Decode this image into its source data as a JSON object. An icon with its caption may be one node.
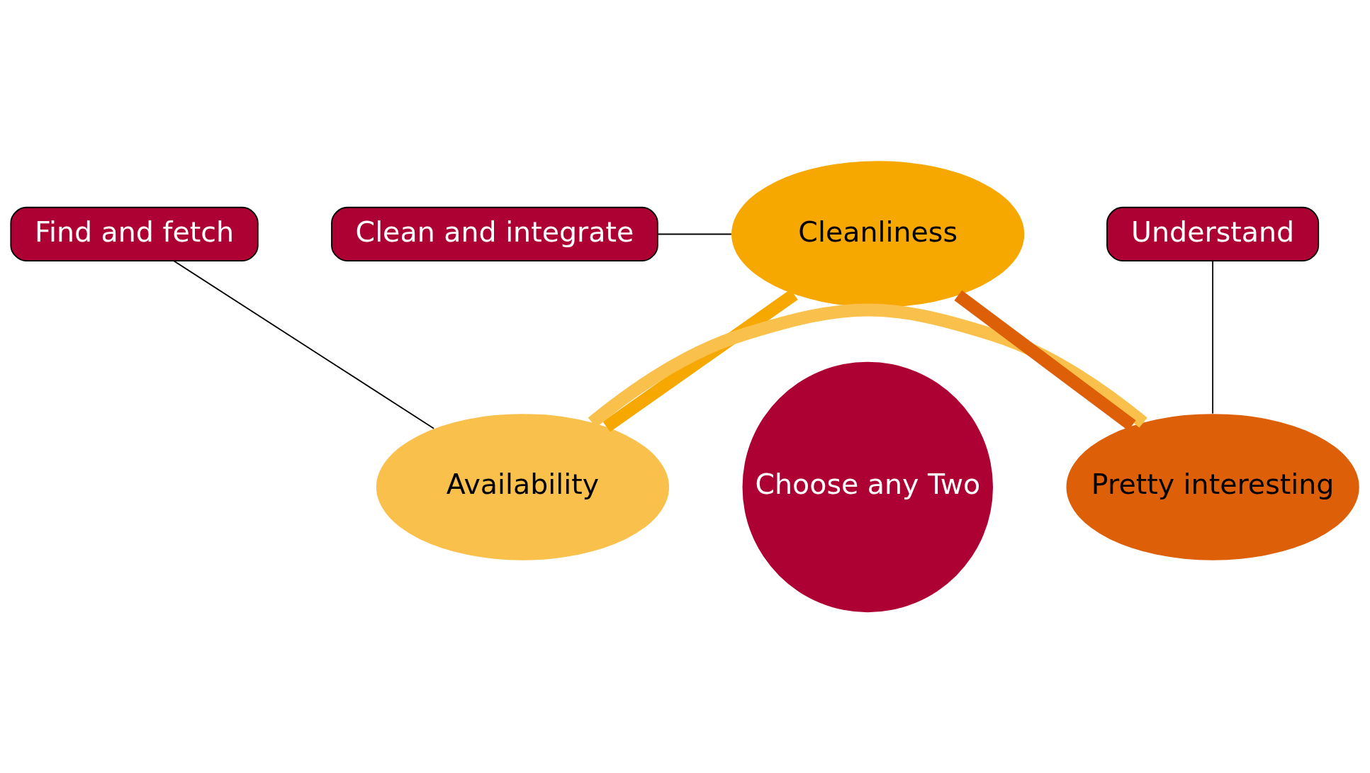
{
  "diagram": {
    "nodes": [
      {
        "text": [
          "Cleanliness"
        ]
      },
      {
        "text": [
          "Availability"
        ]
      },
      {
        "text": [
          "Pretty interesting"
        ]
      },
      {
        "text": [
          "Choose any Two"
        ]
      },
      {
        "text": [
          "Clean and integrate"
        ]
      },
      {
        "text": [
          "Find and fetch"
        ]
      },
      {
        "text": [
          "Understand"
        ]
      }
    ],
    "edges": [
      {
        "from": 0,
        "to": 1,
        "arrow": "none",
        "style": "thick",
        "color": "#f7a800"
      },
      {
        "from": 1,
        "to": 2,
        "arrow": "none",
        "style": "thick",
        "color": "#f9c04c"
      },
      {
        "from": 2,
        "to": 0,
        "arrow": "none",
        "style": "thick",
        "color": "#dd6009"
      },
      {
        "from": 4,
        "to": 0,
        "arrow": "none"
      },
      {
        "from": 5,
        "to": 1,
        "arrow": "none"
      },
      {
        "from": 6,
        "to": 2,
        "arrow": "none"
      }
    ]
  }
}
